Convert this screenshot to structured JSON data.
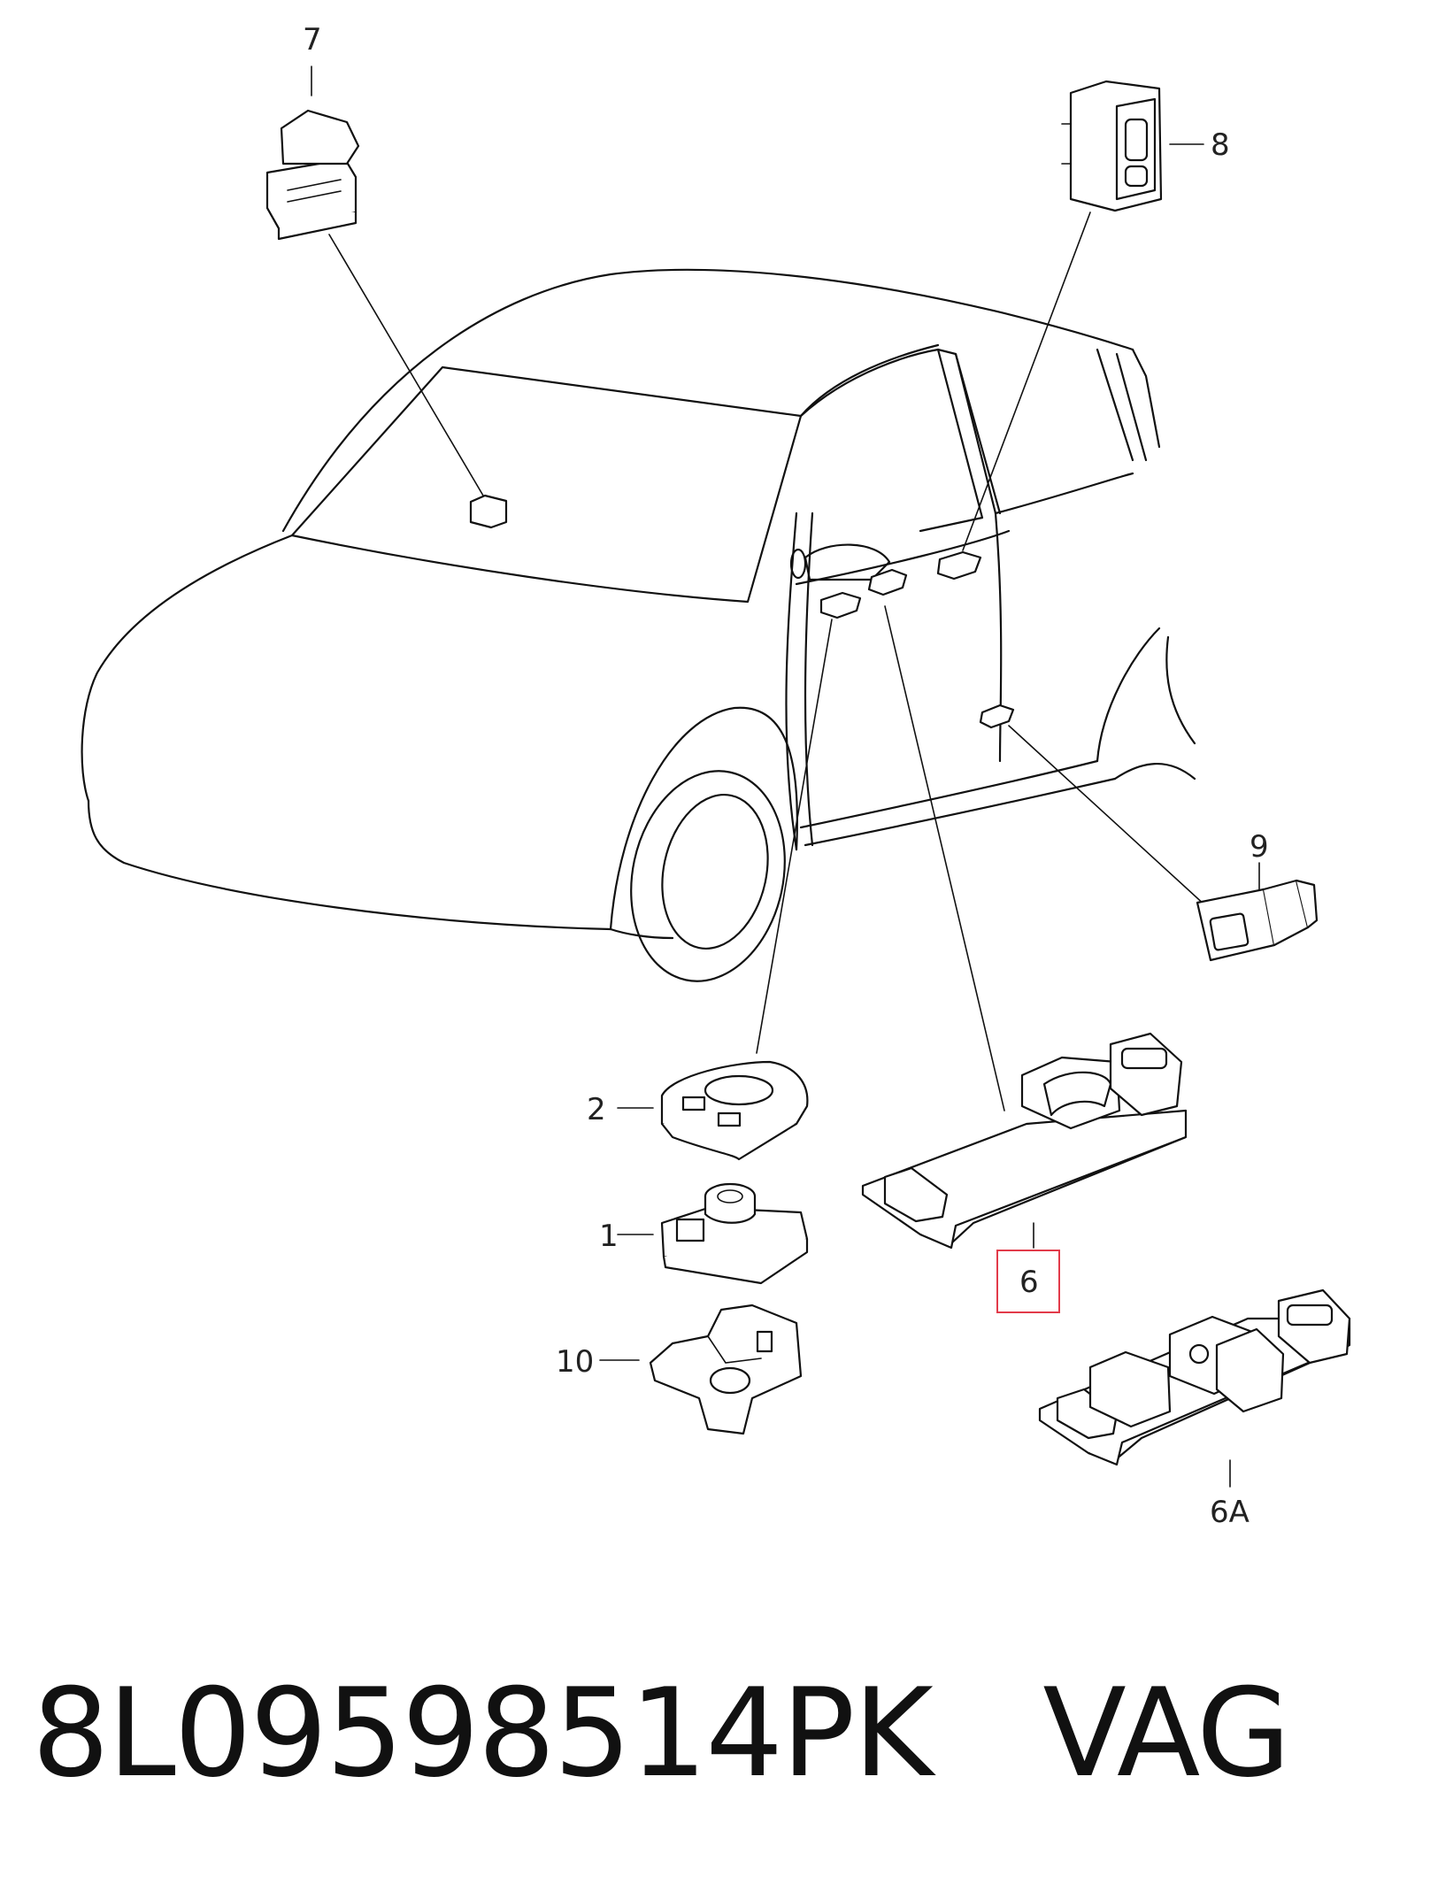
{
  "callouts": {
    "c7": "7",
    "c8": "8",
    "c9": "9",
    "c2": "2",
    "c1": "1",
    "c10": "10",
    "c6": "6",
    "c6a": "6A"
  },
  "highlight_color": "#e23b4a",
  "caption": {
    "part_number": "8L09598514PK",
    "brand": "VAG"
  }
}
